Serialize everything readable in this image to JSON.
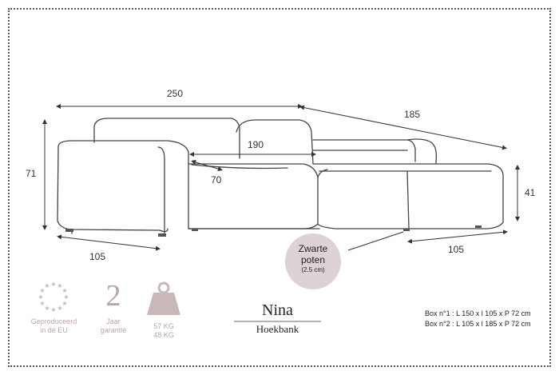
{
  "dimensions": {
    "width_total": "250",
    "depth_chaise": "185",
    "inner_length": "190",
    "seat_depth": "70",
    "height": "71",
    "seat_height": "41",
    "arm_depth": "105",
    "chaise_width": "105"
  },
  "feet": {
    "title_line1": "Zwarte",
    "title_line2": "poten",
    "size": "(2.5 cm)"
  },
  "badges": {
    "eu_line1": "Geproduceerd",
    "eu_line2": "in de EU",
    "warranty_number": "2",
    "warranty_line1": "Jaar",
    "warranty_line2": "garantie",
    "weight_line1": "57 KG",
    "weight_line2": "48 KG"
  },
  "product": {
    "name": "Nina",
    "subtitle": "Hoekbank"
  },
  "boxes": {
    "box1": "Box n°1 : L 150 x l 105 x P 72 cm",
    "box2": "Box n°2 : L 105 x l 185 x P 72 cm"
  },
  "colors": {
    "accent": "#b9a5a7",
    "badge_circle": "#ddd3d5",
    "line": "#444444"
  }
}
